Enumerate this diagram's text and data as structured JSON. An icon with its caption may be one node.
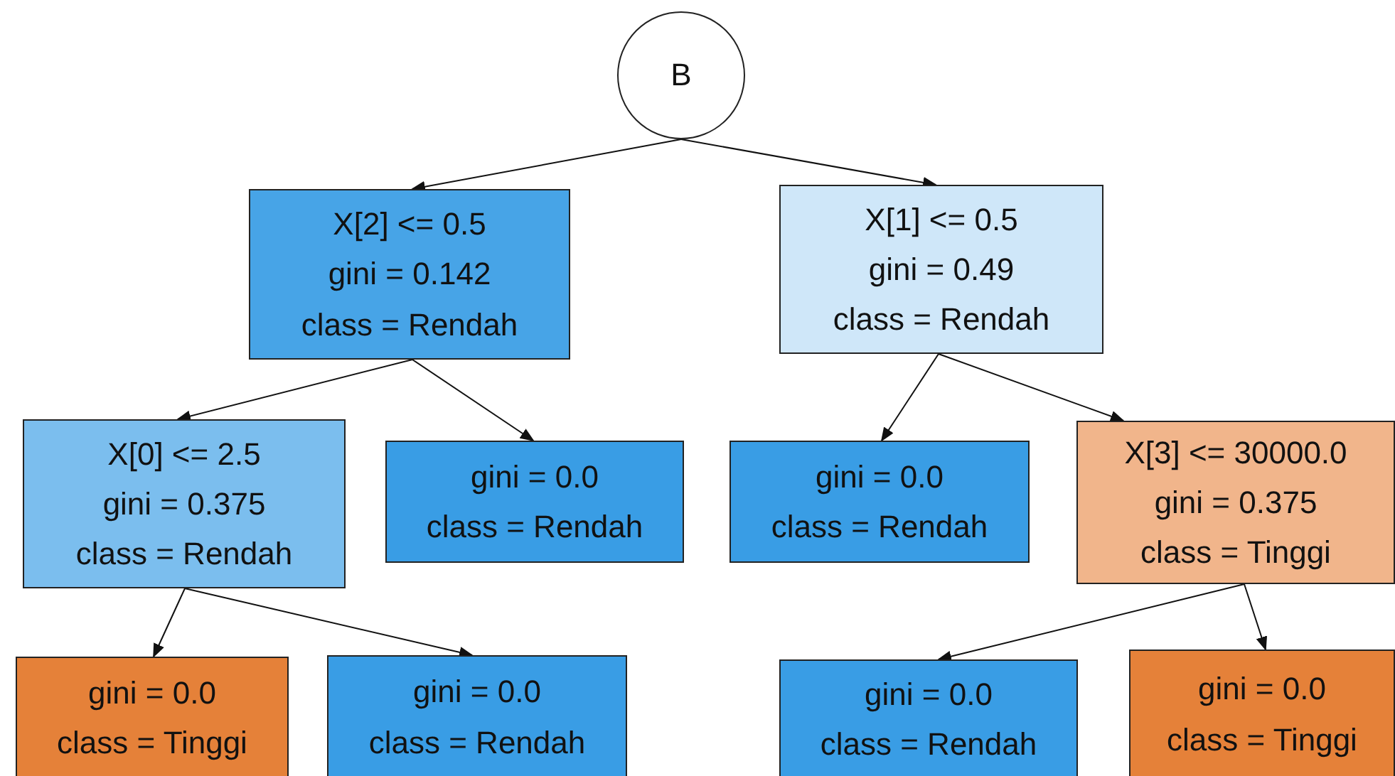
{
  "diagram": {
    "nodes": [
      {
        "text": [
          "B"
        ]
      },
      {
        "text": [
          "X[2] <= 0.5",
          "gini = 0.142",
          "class = Rendah"
        ]
      },
      {
        "text": [
          "X[1] <= 0.5",
          "gini = 0.49",
          "class = Rendah"
        ]
      },
      {
        "text": [
          "X[0] <= 2.5",
          "gini = 0.375",
          "class = Rendah"
        ]
      },
      {
        "text": [
          "gini = 0.0",
          "class = Rendah"
        ]
      },
      {
        "text": [
          "gini = 0.0",
          "class = Rendah"
        ]
      },
      {
        "text": [
          "X[3] <= 30000.0",
          "gini = 0.375",
          "class = Tinggi"
        ]
      },
      {
        "text": [
          "gini = 0.0",
          "class = Tinggi"
        ]
      },
      {
        "text": [
          "gini = 0.0",
          "class = Rendah"
        ]
      },
      {
        "text": [
          "gini = 0.0",
          "class = Rendah"
        ]
      },
      {
        "text": [
          "gini = 0.0",
          "class = Tinggi"
        ]
      }
    ],
    "edges": [
      {
        "from": 0,
        "to": 1,
        "arrow": "to"
      },
      {
        "from": 0,
        "to": 2,
        "arrow": "to"
      },
      {
        "from": 1,
        "to": 3,
        "arrow": "to"
      },
      {
        "from": 1,
        "to": 4,
        "arrow": "to"
      },
      {
        "from": 2,
        "to": 5,
        "arrow": "to"
      },
      {
        "from": 2,
        "to": 6,
        "arrow": "to"
      },
      {
        "from": 3,
        "to": 7,
        "arrow": "to"
      },
      {
        "from": 3,
        "to": 8,
        "arrow": "to"
      },
      {
        "from": 6,
        "to": 9,
        "arrow": "to"
      },
      {
        "from": 6,
        "to": 10,
        "arrow": "to"
      }
    ]
  }
}
